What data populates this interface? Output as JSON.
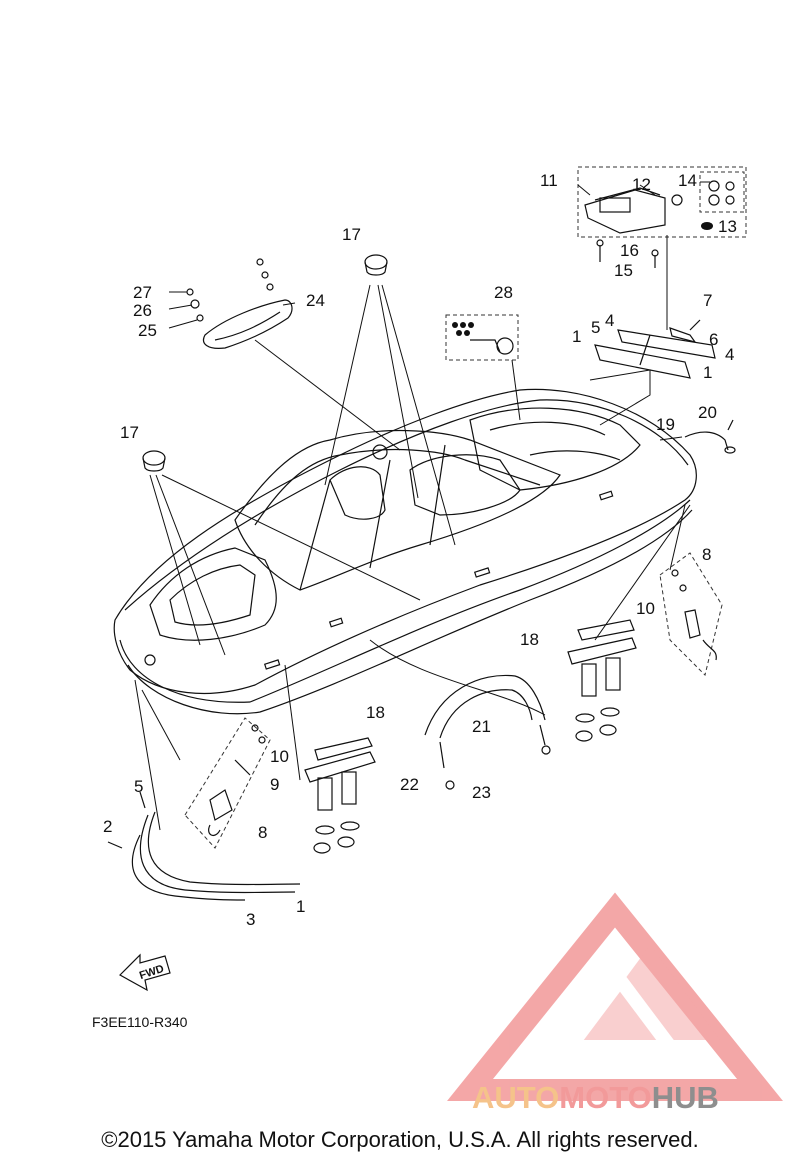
{
  "diagram": {
    "code": "F3EE110-R340",
    "fwd_label": "FWD",
    "callouts": {
      "c1a": "1",
      "c1b": "1",
      "c1c": "1",
      "c2": "2",
      "c3": "3",
      "c4a": "4",
      "c4b": "4",
      "c5a": "5",
      "c5b": "5",
      "c6": "6",
      "c7": "7",
      "c8a": "8",
      "c8b": "8",
      "c9": "9",
      "c10a": "10",
      "c10b": "10",
      "c11": "11",
      "c12": "12",
      "c13": "13",
      "c14": "14",
      "c15": "15",
      "c16": "16",
      "c17a": "17",
      "c17b": "17",
      "c18a": "18",
      "c18b": "18",
      "c19": "19",
      "c20": "20",
      "c21": "21",
      "c22": "22",
      "c23": "23",
      "c24": "24",
      "c25": "25",
      "c26": "26",
      "c27": "27",
      "c28": "28"
    }
  },
  "watermark": {
    "part1": "AUTO",
    "part2": "MOTO",
    "part3": "HUB",
    "colors": {
      "auto": "#f5c38a",
      "moto": "#f29a9a",
      "hub": "#8e8e8e",
      "logo": "#f08a8a"
    }
  },
  "footer": {
    "copyright": "©2015 Yamaha Motor Corporation, U.S.A. All rights reserved."
  }
}
